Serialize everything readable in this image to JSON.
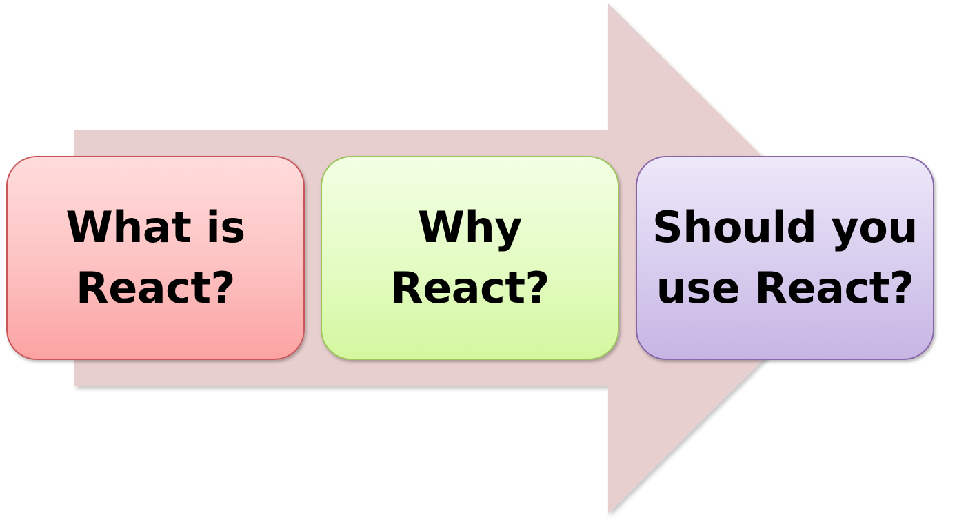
{
  "diagram": {
    "arrow_color": "#e8cfcf",
    "steps": [
      {
        "label": "What is\nReact?",
        "fill": "#fdc4c4",
        "border": "#c9575a"
      },
      {
        "label": "Why\nReact?",
        "fill": "#e5fcc6",
        "border": "#9bc45a"
      },
      {
        "label": "Should you\nuse React?",
        "fill": "#d9cfef",
        "border": "#8867a8"
      }
    ]
  }
}
